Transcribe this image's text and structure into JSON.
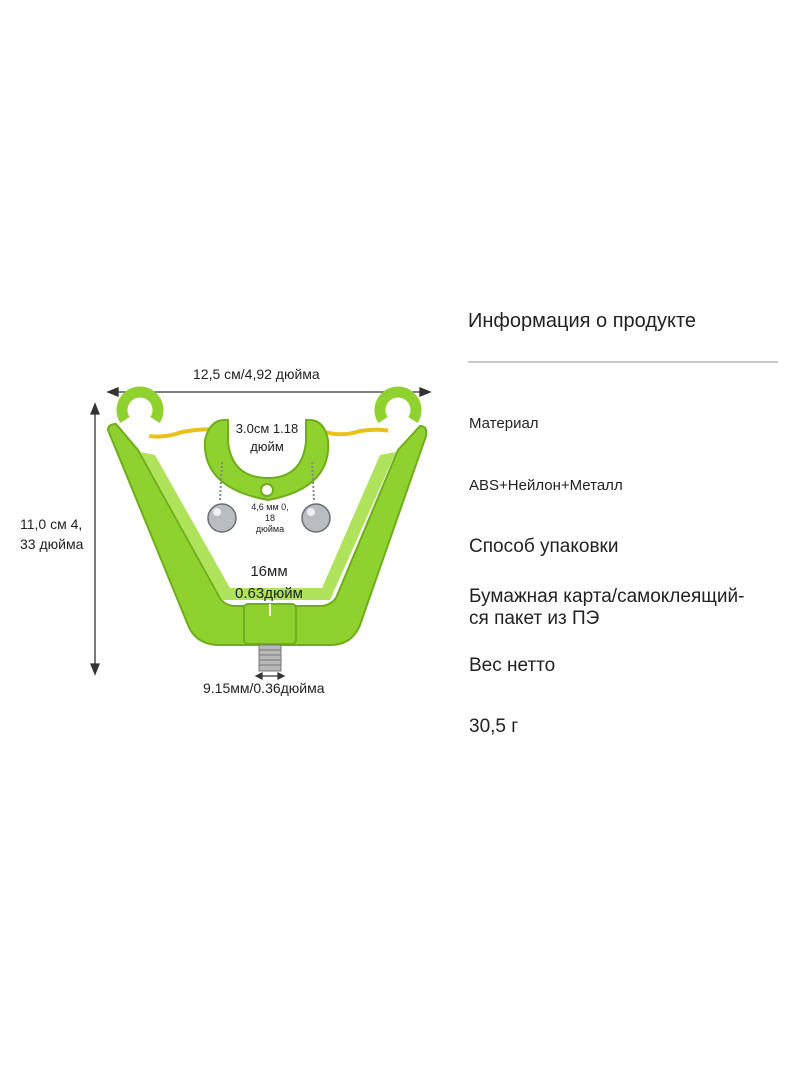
{
  "dimensions": {
    "width": "12,5 см/4,92 дюйма",
    "height_line1": "11,0 см 4,",
    "height_line2": "33 дюйма",
    "top_arc_line1": "3.0см 1.18",
    "top_arc_line2": "дюйм",
    "bell_line1": "4,6 мм 0,",
    "bell_line2": "18",
    "bell_line3": "дюйма",
    "slot_line1": "16мм",
    "slot_line2": "0.63дюйм",
    "thread": "9.15мм/0.36дюйма"
  },
  "product_info": {
    "title": "Информация о продукте",
    "material_label": "Материал",
    "material_value": "ABS+Нейлон+Металл",
    "packaging_label": "Способ упаковки",
    "packaging_value_line1": "Бумажная карта/самоклеящий-",
    "packaging_value_line2": "ся пакет из ПЭ",
    "weight_label": "Вес нетто",
    "weight_value": "30,5 г"
  },
  "colors": {
    "product_green": "#8fd12e",
    "product_dark": "#6fae1a",
    "string_yellow": "#e8c21a"
  }
}
